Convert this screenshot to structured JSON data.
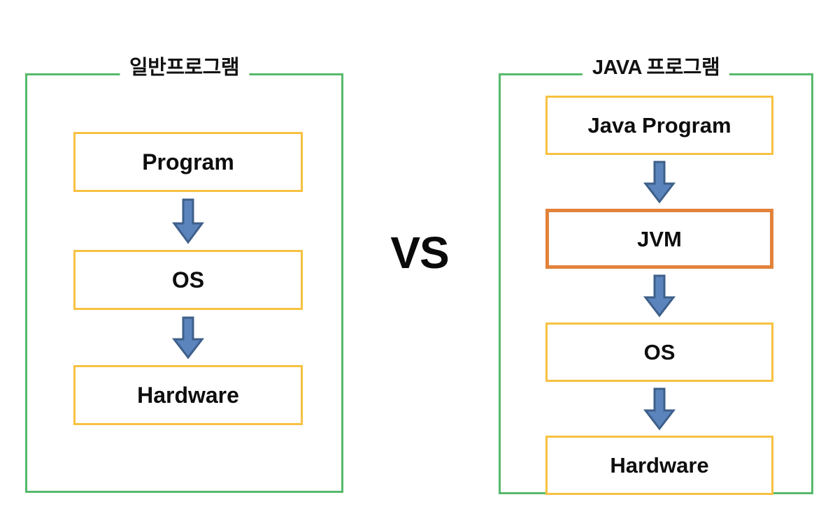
{
  "diagram": {
    "title_center_label": "VS",
    "colors": {
      "panel_border_green": "#56B96B",
      "node_border_yellow": "#F7C141",
      "node_border_orange": "#E3823B",
      "arrow_fill_blue": "#5B84BC",
      "arrow_stroke_blue": "#3E5F8A",
      "text_black": "#0D0D0D",
      "background_white": "#FFFFFF"
    },
    "panels": [
      {
        "id": "general-program",
        "title": "일반프로그램",
        "nodes": [
          {
            "label": "Program",
            "style": "yellow"
          },
          {
            "label": "OS",
            "style": "yellow"
          },
          {
            "label": "Hardware",
            "style": "yellow"
          }
        ],
        "arrows": [
          "down-arrow-icon",
          "down-arrow-icon"
        ]
      },
      {
        "id": "java-program",
        "title": "JAVA 프로그램",
        "nodes": [
          {
            "label": "Java Program",
            "style": "yellow"
          },
          {
            "label": "JVM",
            "style": "orange"
          },
          {
            "label": "OS",
            "style": "yellow"
          },
          {
            "label": "Hardware",
            "style": "yellow"
          }
        ],
        "arrows": [
          "down-arrow-icon",
          "down-arrow-icon",
          "down-arrow-icon"
        ]
      }
    ]
  }
}
